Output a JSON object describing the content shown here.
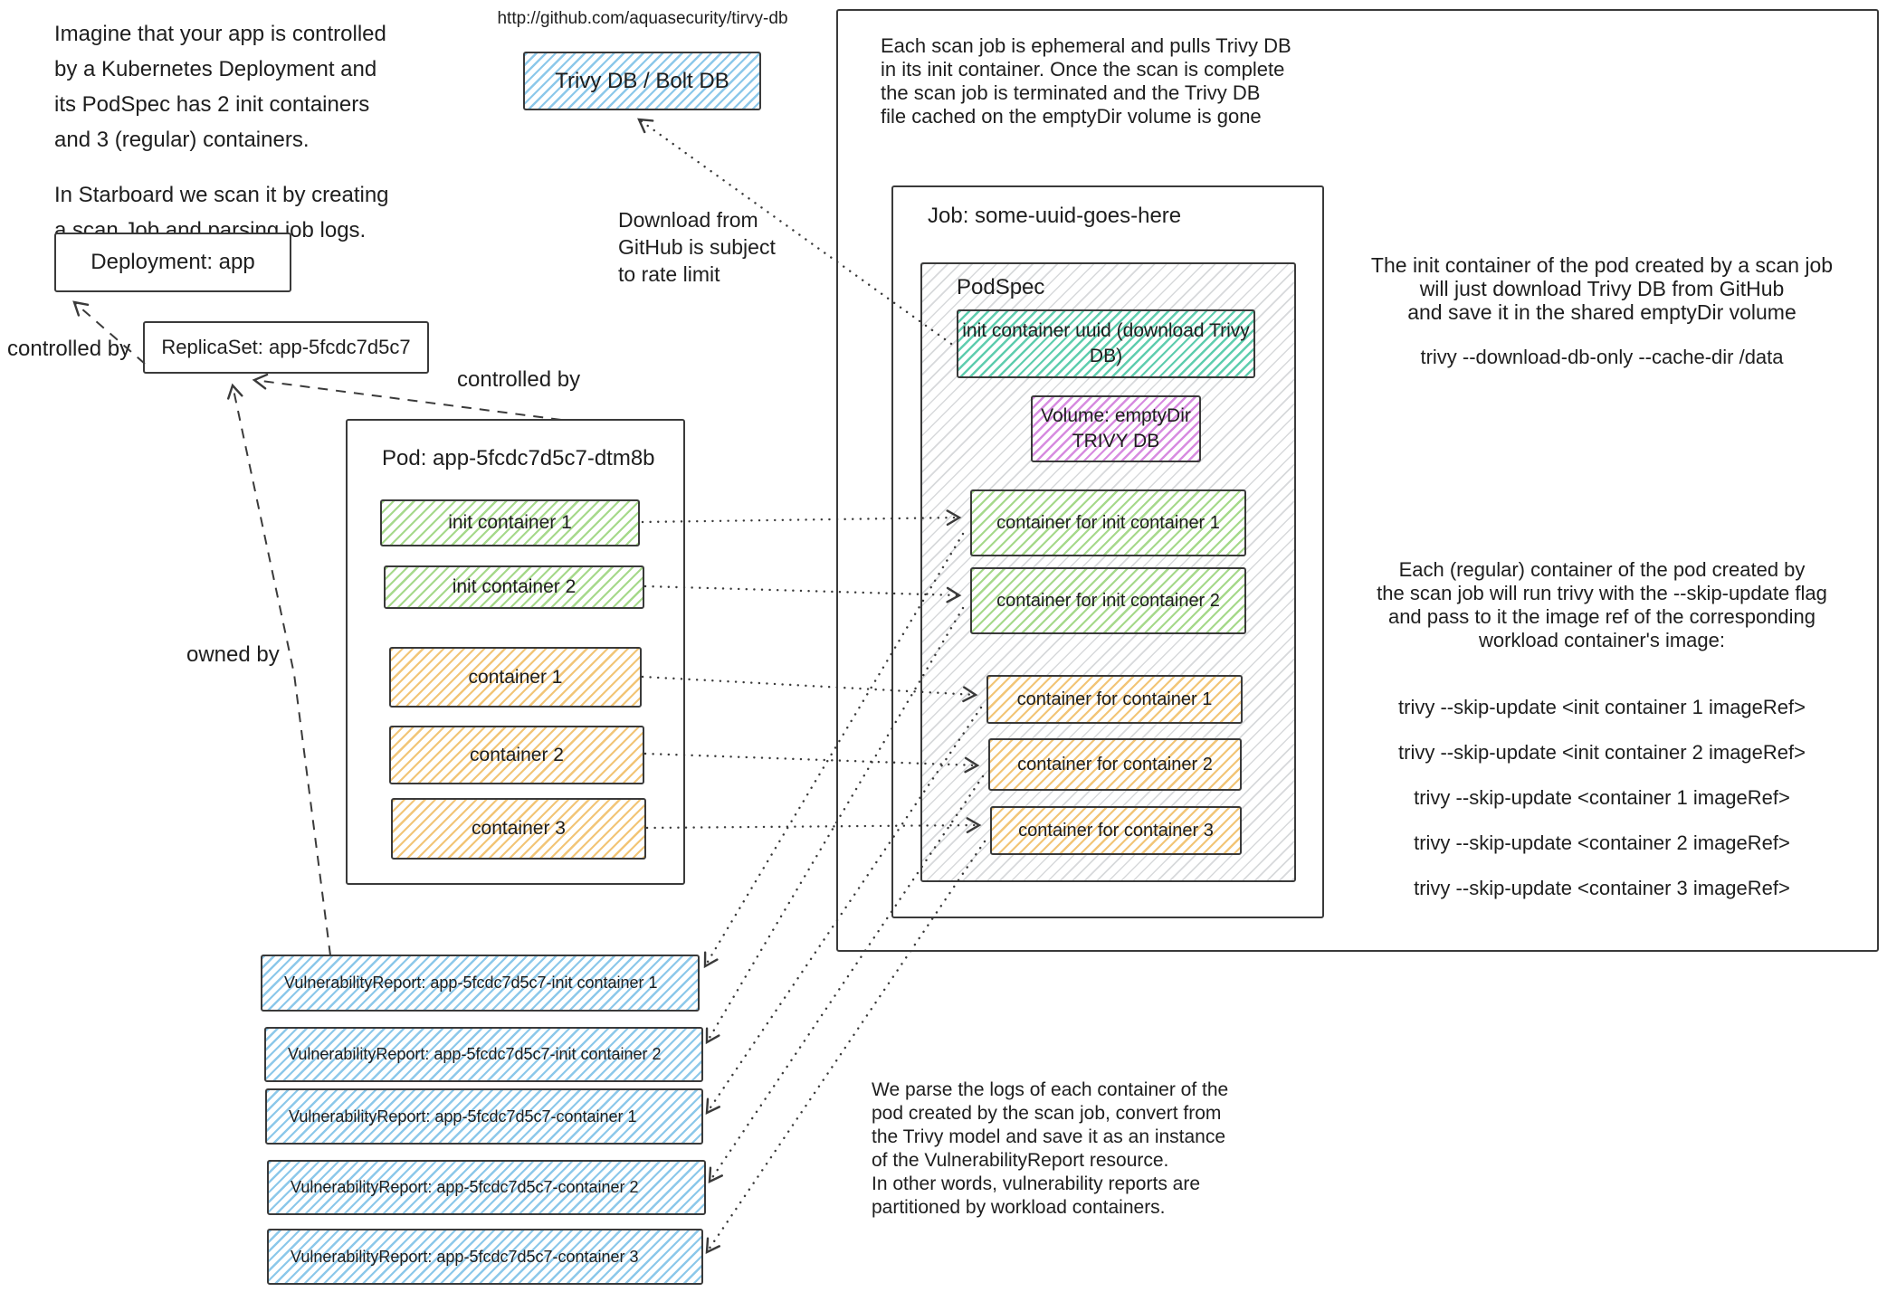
{
  "notes": {
    "intro_1": "Imagine that your app is controlled\nby a Kubernetes Deployment and\nits PodSpec has 2 init containers\nand 3 (regular) containers.",
    "intro_2": "In Starboard we scan it by creating\na scan Job and parsing job logs.",
    "github_url": "http://github.com/aquasecurity/tirvy-db",
    "rate_limit": "Download from\nGitHub is subject\nto rate limit",
    "scan_job_ephemeral": "Each scan job is ephemeral and pulls Trivy DB\nin its init container. Once the scan is complete\nthe scan job is terminated and the Trivy DB\nfile cached on the emptyDir volume is gone",
    "init_container_note": "The init container of the pod created by a scan job\nwill just download Trivy DB from GitHub\nand save it in the shared emptyDir volume",
    "init_container_command": "trivy --download-db-only --cache-dir /data",
    "regular_container_note": "Each (regular) container of the pod created by\nthe scan job will run trivy with the --skip-update flag\nand pass to it the image ref of the corresponding\nworkload container's image:",
    "parse_logs_note": "We parse the logs of each container of the\npod created by the scan job, convert from\nthe Trivy model and save it as an instance\nof the VulnerabilityReport resource.\nIn other words, vulnerability reports are\npartitioned by workload containers."
  },
  "edge_labels": {
    "controlled_by_deployment": "controlled by",
    "controlled_by_replicaset": "controlled by",
    "owned_by": "owned by"
  },
  "trivy_db": {
    "label": "Trivy DB / Bolt DB"
  },
  "deployment": {
    "label": "Deployment: app"
  },
  "replicaset": {
    "label": "ReplicaSet: app-5fcdc7d5c7"
  },
  "pod": {
    "title": "Pod: app-5fcdc7d5c7-dtm8b",
    "init_containers": [
      "init container 1",
      "init container 2"
    ],
    "containers": [
      "container 1",
      "container 2",
      "container 3"
    ]
  },
  "job": {
    "title": "Job: some-uuid-goes-here",
    "podspec_title": "PodSpec",
    "init_container": "init container uuid\n(download Trivy DB)",
    "volume": "Volume: emptyDir\nTRIVY DB",
    "containers_for_init": [
      "container for init container 1",
      "container for init container 2"
    ],
    "containers_for_regular": [
      "container for container 1",
      "container for container 2",
      "container for container 3"
    ]
  },
  "scan_commands": [
    "trivy --skip-update <init container 1 imageRef>",
    "trivy --skip-update <init container 2 imageRef>",
    "trivy --skip-update <container 1 imageRef>",
    "trivy --skip-update <container 2 imageRef>",
    "trivy --skip-update <container 3 imageRef>"
  ],
  "vulnerability_reports": [
    "VulnerabilityReport: app-5fcdc7d5c7-init container 1",
    "VulnerabilityReport: app-5fcdc7d5c7-init container 2",
    "VulnerabilityReport: app-5fcdc7d5c7-container 1",
    "VulnerabilityReport: app-5fcdc7d5c7-container 2",
    "VulnerabilityReport: app-5fcdc7d5c7-container 3"
  ],
  "colors": {
    "stroke": "#3a3a3a",
    "blue_hatch": "#8cc8ea",
    "green_hatch": "#a6d98b",
    "yellow_hatch": "#f2c577",
    "teal_hatch": "#5fcdae",
    "purple_hatch": "#d78ce0",
    "gray_hatch": "#d7d9db"
  }
}
